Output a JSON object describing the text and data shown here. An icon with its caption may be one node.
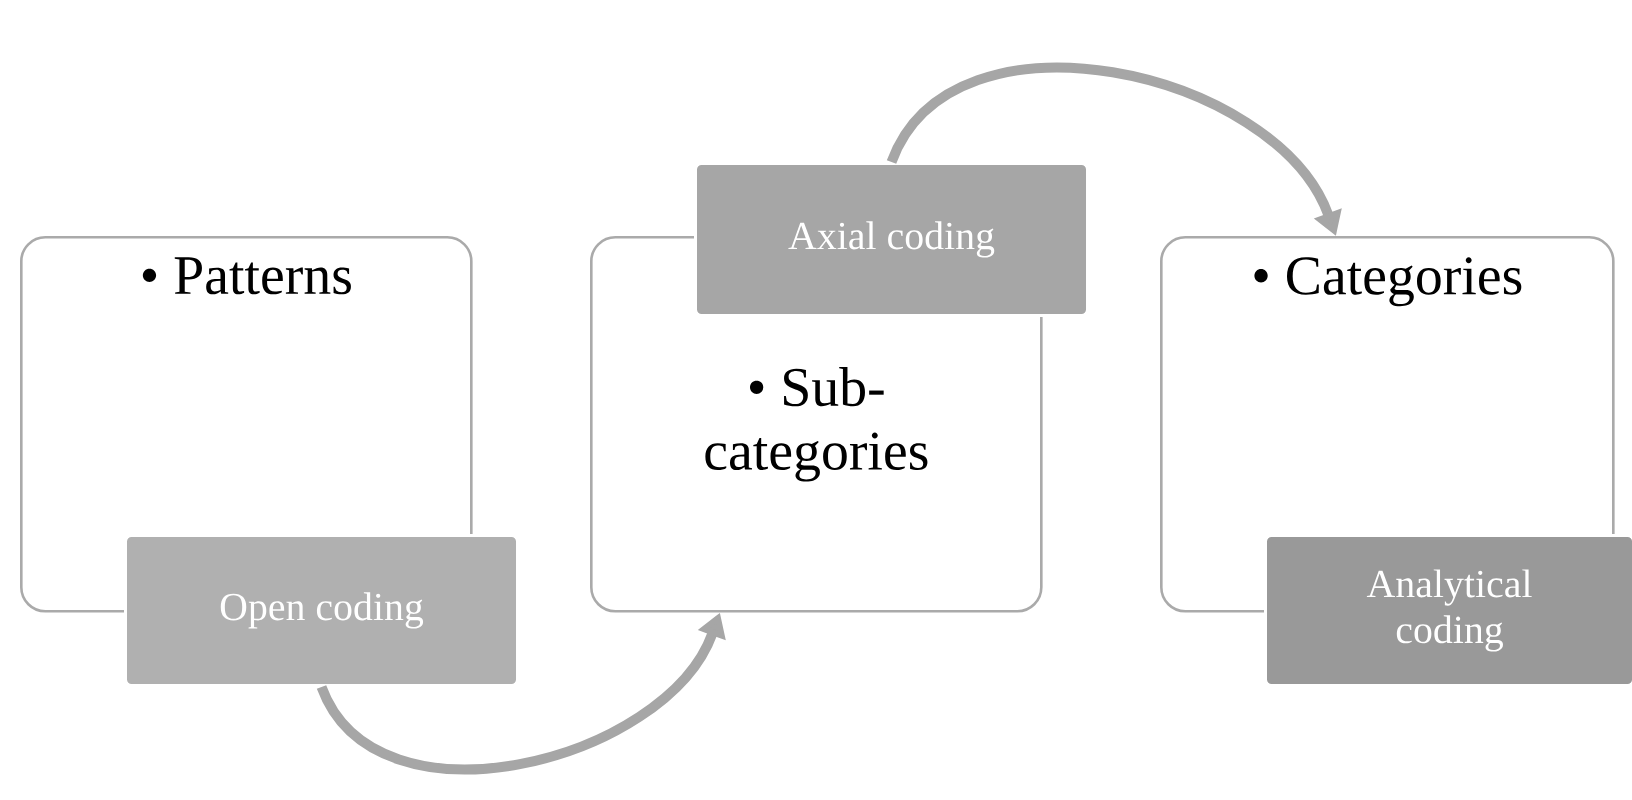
{
  "diagram": {
    "nodes": [
      {
        "text": [
          "• Patterns"
        ]
      },
      {
        "text": [
          "Open coding"
        ]
      },
      {
        "text": [
          "• Sub-categories"
        ]
      },
      {
        "text": [
          "Axial coding"
        ]
      },
      {
        "text": [
          "• Categories"
        ]
      },
      {
        "text": [
          "Analytical coding"
        ]
      }
    ],
    "edges": [
      {
        "from": 1,
        "to": 2,
        "arrow": "to"
      },
      {
        "from": 3,
        "to": 4,
        "arrow": "to"
      }
    ]
  }
}
